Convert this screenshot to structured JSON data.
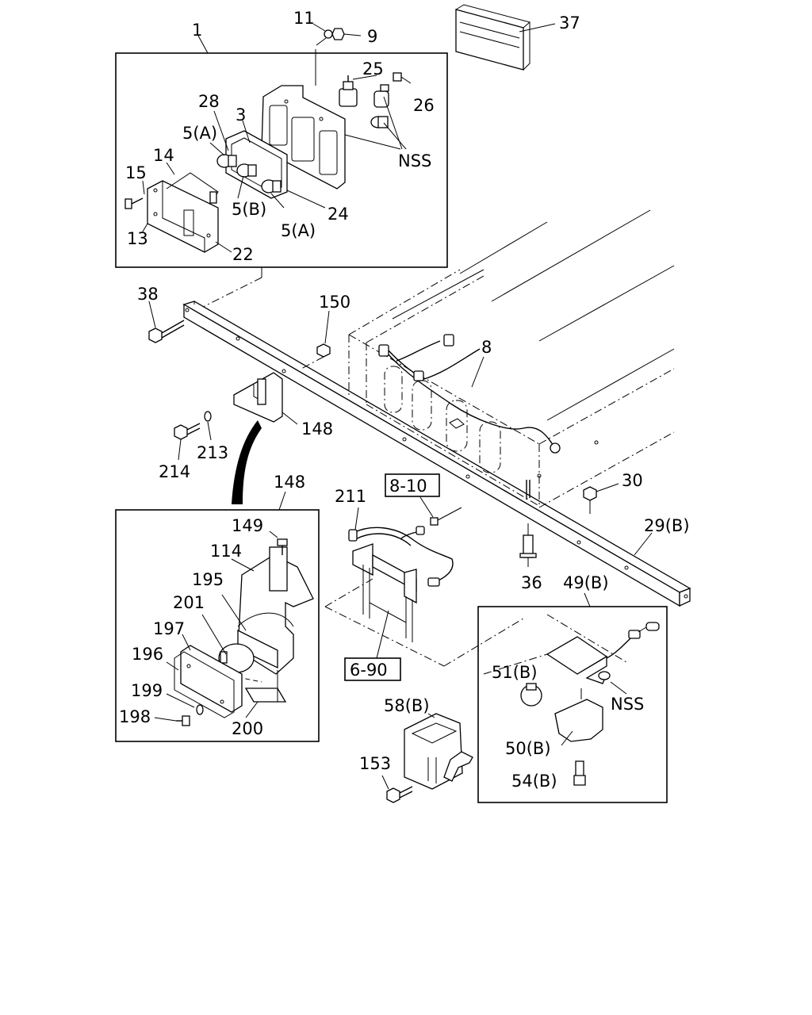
{
  "labels": {
    "l1": "1",
    "l11": "11",
    "l9": "9",
    "l37": "37",
    "l25": "25",
    "l26": "26",
    "l28": "28",
    "l3": "3",
    "l5a_top": "5(A)",
    "l14": "14",
    "l15": "15",
    "l5b": "5(B)",
    "l24": "24",
    "l5a_bot": "5(A)",
    "l13": "13",
    "l22": "22",
    "nss_top": "NSS",
    "l38": "38",
    "l150": "150",
    "l8": "8",
    "l148_top": "148",
    "l214": "214",
    "l213": "213",
    "l148_box": "148",
    "l149": "149",
    "l114": "114",
    "l195": "195",
    "l201": "201",
    "l197": "197",
    "l196": "196",
    "l199": "199",
    "l198": "198",
    "l200": "200",
    "l211": "211",
    "ref_8_10": "8-10",
    "ref_6_90": "6-90",
    "l30": "30",
    "l29b": "29(B)",
    "l36": "36",
    "l49b": "49(B)",
    "l51b": "51(B)",
    "nss_bot": "NSS",
    "l58b": "58(B)",
    "l50b": "50(B)",
    "l153": "153",
    "l54b": "54(B)"
  }
}
